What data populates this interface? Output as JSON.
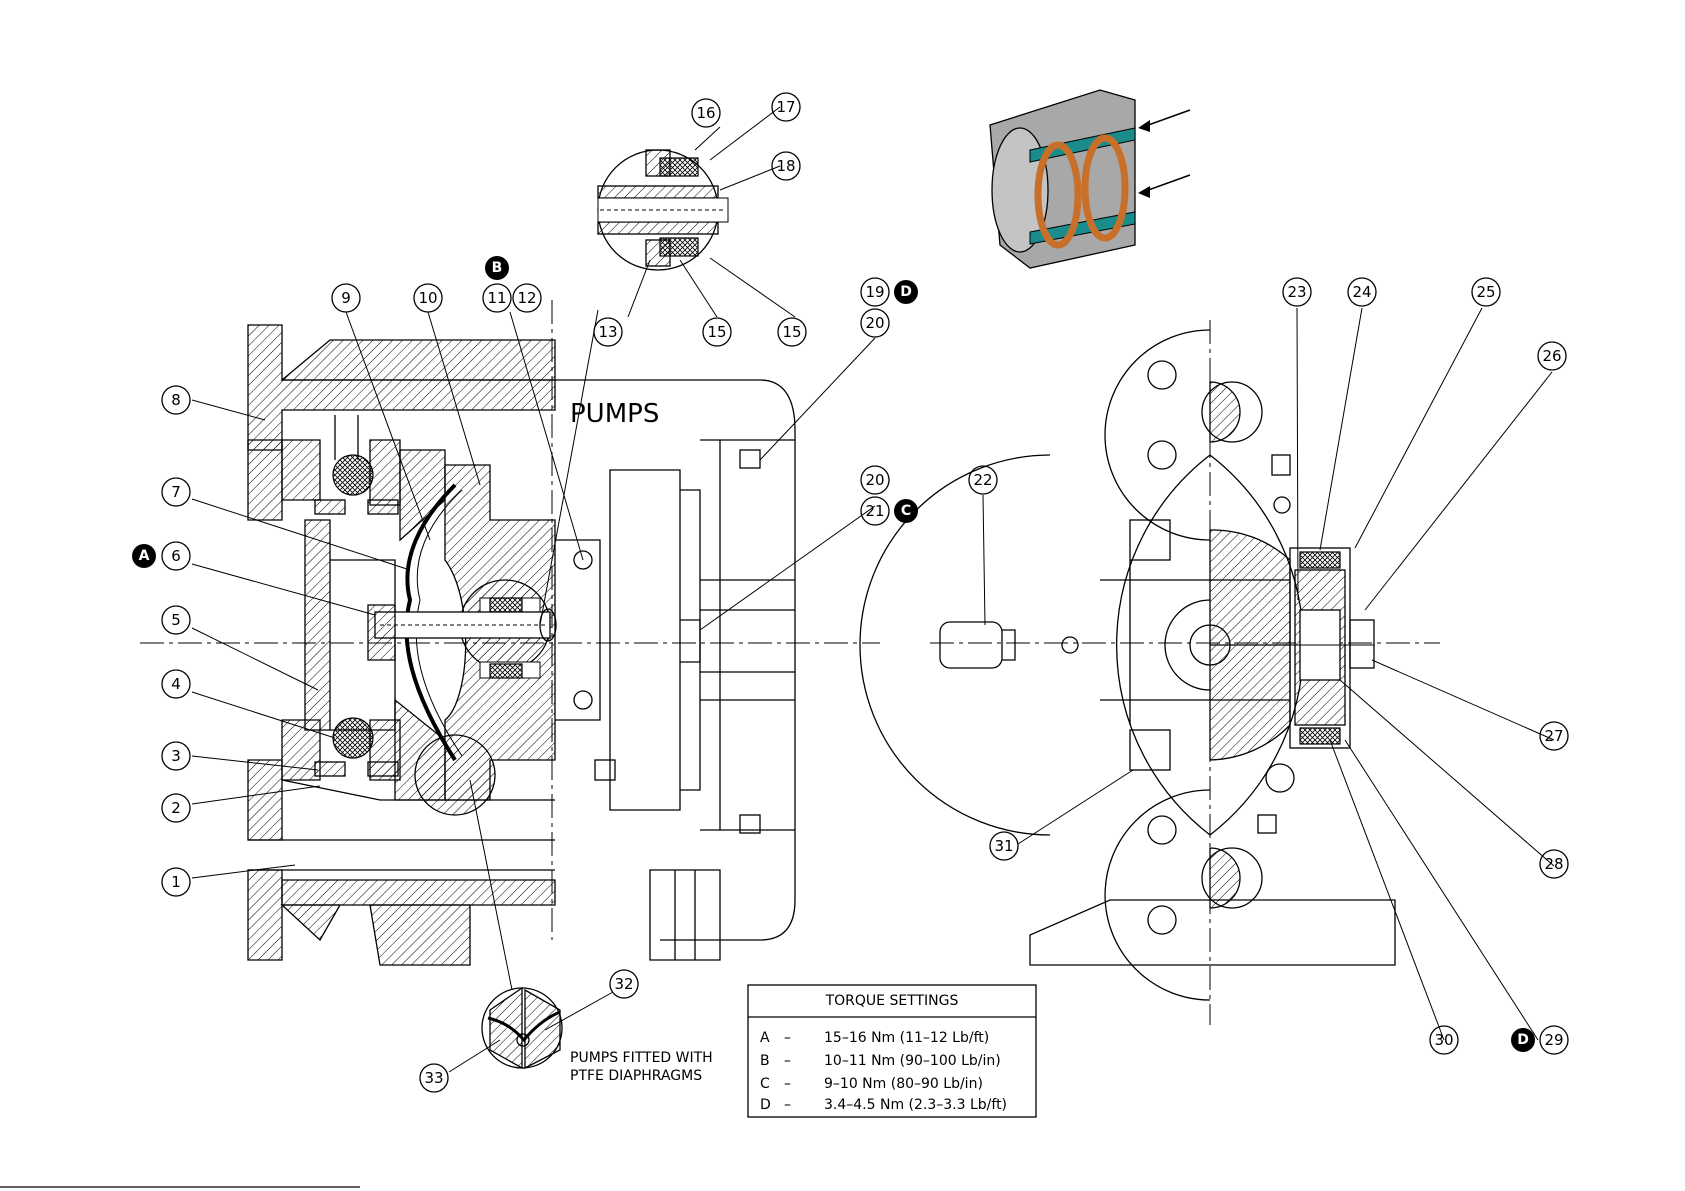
{
  "callouts": [
    {
      "n": "1"
    },
    {
      "n": "2"
    },
    {
      "n": "3"
    },
    {
      "n": "4"
    },
    {
      "n": "5"
    },
    {
      "n": "6"
    },
    {
      "n": "7"
    },
    {
      "n": "8"
    },
    {
      "n": "9"
    },
    {
      "n": "10"
    },
    {
      "n": "11"
    },
    {
      "n": "12"
    },
    {
      "n": "13"
    },
    {
      "n": "15"
    },
    {
      "n": "15"
    },
    {
      "n": "16"
    },
    {
      "n": "17"
    },
    {
      "n": "18"
    },
    {
      "n": "19"
    },
    {
      "n": "20"
    },
    {
      "n": "20"
    },
    {
      "n": "21"
    },
    {
      "n": "22"
    },
    {
      "n": "23"
    },
    {
      "n": "24"
    },
    {
      "n": "25"
    },
    {
      "n": "26"
    },
    {
      "n": "27"
    },
    {
      "n": "28"
    },
    {
      "n": "29"
    },
    {
      "n": "30"
    },
    {
      "n": "31"
    },
    {
      "n": "32"
    },
    {
      "n": "33"
    }
  ],
  "torque_marks": [
    {
      "letter": "A"
    },
    {
      "letter": "B"
    },
    {
      "letter": "C"
    },
    {
      "letter": "D"
    },
    {
      "letter": "D"
    }
  ],
  "body_text": "PUMPS",
  "ptfe_note": [
    "PUMPS FITTED WITH",
    "PTFE DIAPHRAGMS"
  ],
  "torque_table": {
    "title": "TORQUE SETTINGS",
    "rows": [
      {
        "letter": "A",
        "dash": "–",
        "value": "15–16 Nm (11–12 Lb/ft)"
      },
      {
        "letter": "B",
        "dash": "–",
        "value": "10–11 Nm (90–100 Lb/in)"
      },
      {
        "letter": "C",
        "dash": "–",
        "value": "9–10 Nm (80–90 Lb/in)"
      },
      {
        "letter": "D",
        "dash": "–",
        "value": "3.4–4.5 Nm (2.3–3.3 Lb/ft)"
      }
    ]
  },
  "colors": {
    "seal": "#1a8c8c",
    "spring": "#c8702a",
    "housing": "#a8a8a8"
  }
}
